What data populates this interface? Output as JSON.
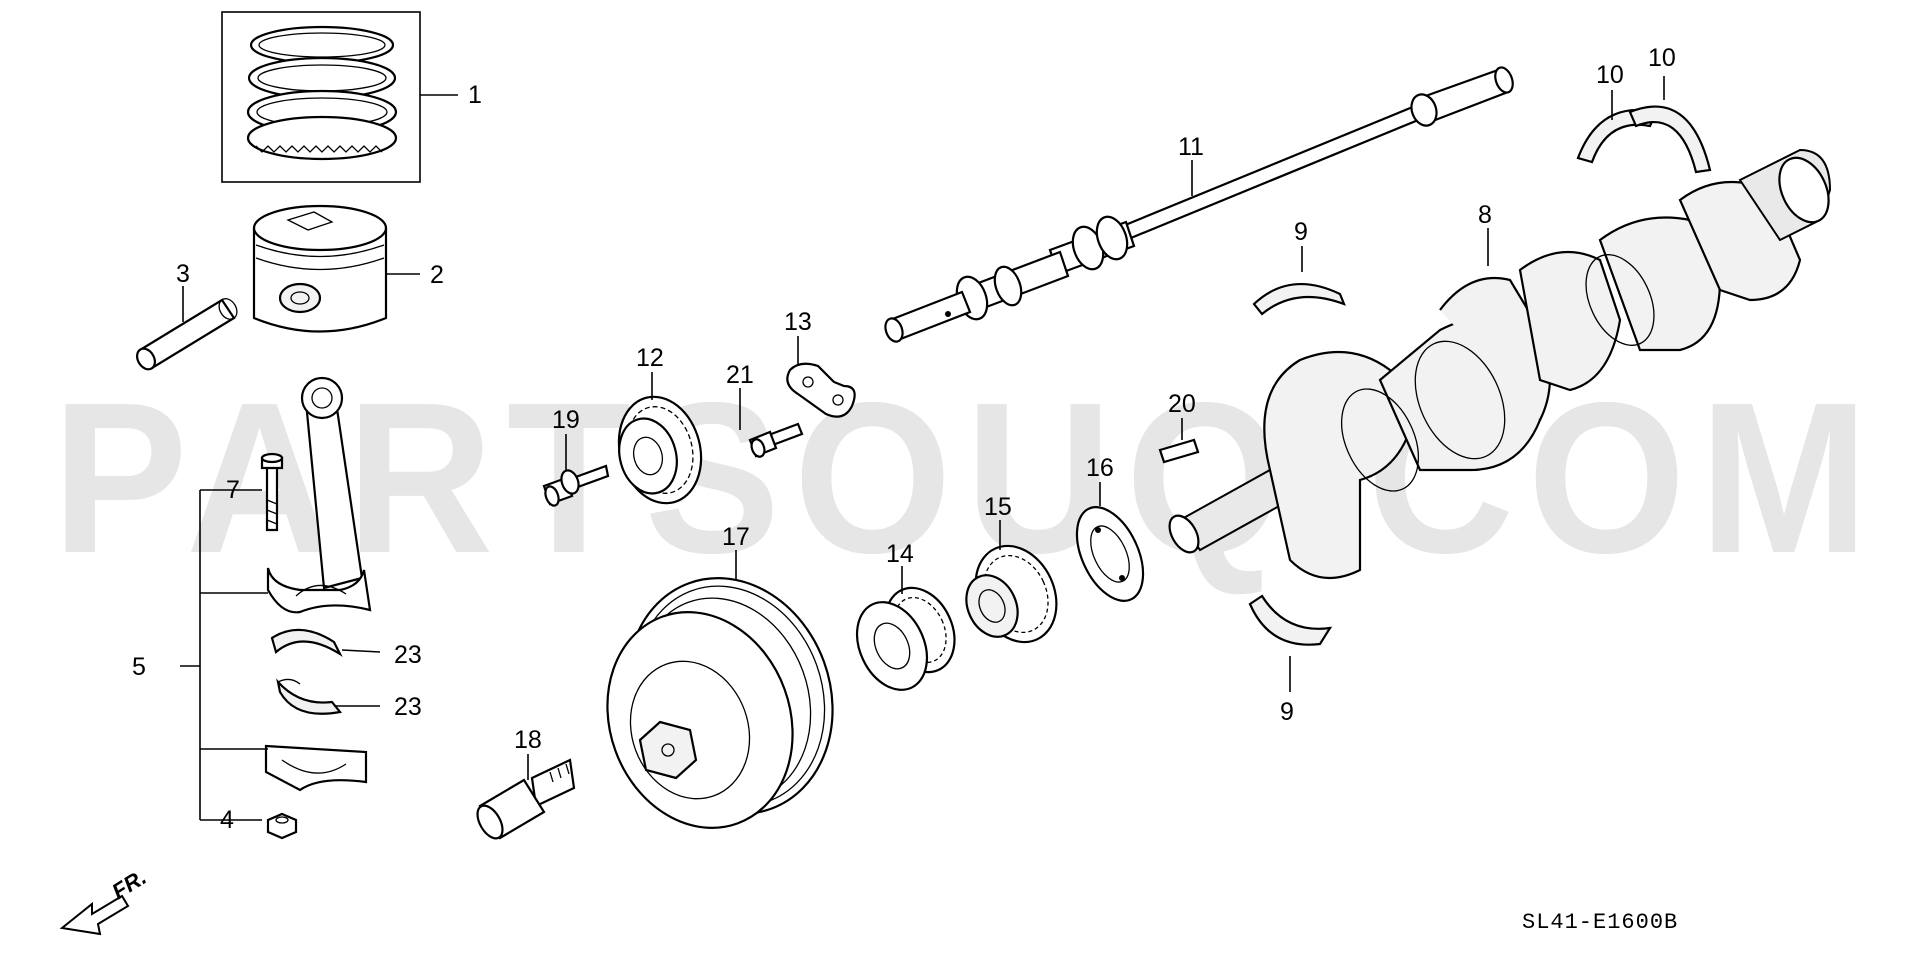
{
  "watermark": "PARTSOUQ.COM",
  "diagram_code": "SL41-E1600B",
  "direction_label": "FR.",
  "callouts": [
    {
      "id": "c1",
      "text": "1"
    },
    {
      "id": "c2",
      "text": "2"
    },
    {
      "id": "c3",
      "text": "3"
    },
    {
      "id": "c4",
      "text": "4"
    },
    {
      "id": "c5",
      "text": "5"
    },
    {
      "id": "c7",
      "text": "7"
    },
    {
      "id": "c8",
      "text": "8"
    },
    {
      "id": "c9a",
      "text": "9"
    },
    {
      "id": "c9b",
      "text": "9"
    },
    {
      "id": "c10a",
      "text": "10"
    },
    {
      "id": "c10b",
      "text": "10"
    },
    {
      "id": "c11",
      "text": "11"
    },
    {
      "id": "c12",
      "text": "12"
    },
    {
      "id": "c13",
      "text": "13"
    },
    {
      "id": "c14",
      "text": "14"
    },
    {
      "id": "c15",
      "text": "15"
    },
    {
      "id": "c16",
      "text": "16"
    },
    {
      "id": "c17",
      "text": "17"
    },
    {
      "id": "c18",
      "text": "18"
    },
    {
      "id": "c19",
      "text": "19"
    },
    {
      "id": "c20",
      "text": "20"
    },
    {
      "id": "c21",
      "text": "21"
    },
    {
      "id": "c23a",
      "text": "23"
    },
    {
      "id": "c23b",
      "text": "23"
    }
  ]
}
